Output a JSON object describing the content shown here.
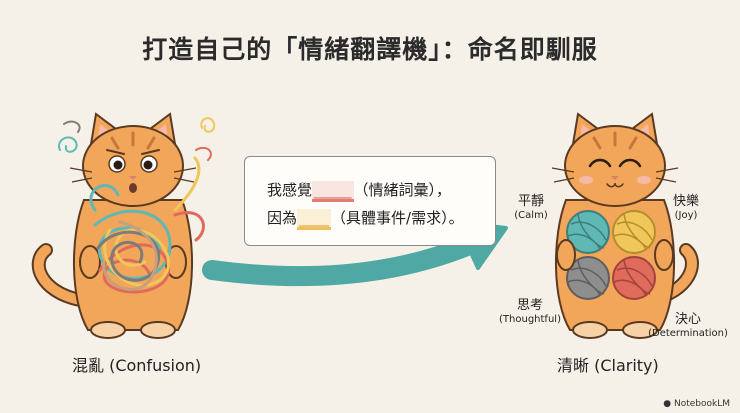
{
  "title": "打造自己的「情緒翻譯機」：命名即馴服",
  "template": {
    "line1_prefix": "我感覺",
    "line1_blank": "_____",
    "line1_suffix": "（情緒詞彙），",
    "line2_prefix": "因為",
    "line2_blank": "____",
    "line2_suffix": "（具體事件/需求）。"
  },
  "left": {
    "caption": "混亂 (Confusion)"
  },
  "right": {
    "caption": "清晰 (Clarity)",
    "emotions": [
      {
        "zh": "平靜",
        "en": "(Calm)",
        "color": "#5fb8b4"
      },
      {
        "zh": "快樂",
        "en": "(Joy)",
        "color": "#efc75a"
      },
      {
        "zh": "思考",
        "en": "(Thoughtful)",
        "color": "#8e8e8e"
      },
      {
        "zh": "決心",
        "en": "(Determination)",
        "color": "#e06a5c"
      }
    ]
  },
  "colors": {
    "background": "#f6f1e8",
    "cat_fur": "#f2a65a",
    "arrow": "#4fa8a3"
  },
  "brand": "NotebookLM"
}
